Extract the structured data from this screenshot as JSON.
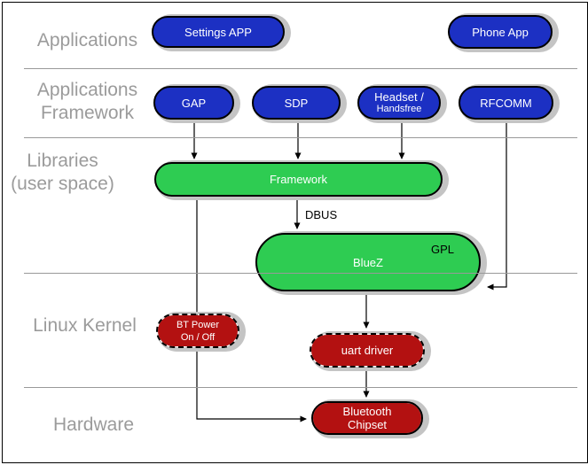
{
  "colors": {
    "pill_blue": "#1c30c3",
    "pill_green": "#2ecc52",
    "pill_red": "#b31111",
    "label_gray": "#9b9b9b",
    "line_gray": "#999999",
    "shadow": "#c4c4c4"
  },
  "sections": {
    "applications": "Applications",
    "app_framework": "Applications\nFramework",
    "libraries": "Libraries\n(user space)",
    "linux_kernel": "Linux Kernel",
    "hardware": "Hardware"
  },
  "nodes": {
    "settings_app": {
      "label": "Settings APP"
    },
    "phone_app": {
      "label": "Phone App"
    },
    "gap": {
      "label": "GAP"
    },
    "sdp": {
      "label": "SDP"
    },
    "headset": {
      "line1": "Headset /",
      "line2": "Handsfree"
    },
    "rfcomm": {
      "label": "RFCOMM"
    },
    "framework": {
      "label": "Framework"
    },
    "bluez": {
      "label": "BlueZ",
      "badge": "GPL"
    },
    "bt_power": {
      "line1": "BT Power",
      "line2": "On / Off"
    },
    "uart_driver": {
      "label": "uart driver"
    },
    "bt_chipset": {
      "line1": "Bluetooth",
      "line2": "Chipset"
    }
  },
  "edge_labels": {
    "dbus": "DBUS"
  }
}
